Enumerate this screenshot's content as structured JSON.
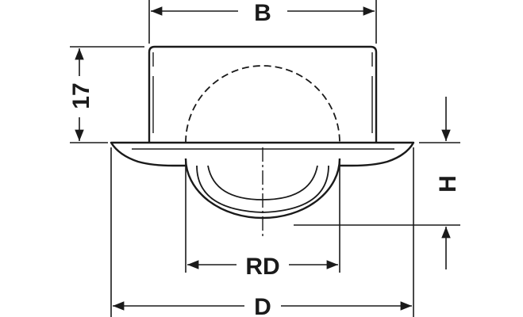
{
  "drawing": {
    "line_color": "#1a1a1a",
    "fill_color": "#ffffff"
  },
  "dimensions": {
    "b": "B",
    "height_17": "17",
    "h": "H",
    "rd": "RD",
    "d": "D"
  }
}
